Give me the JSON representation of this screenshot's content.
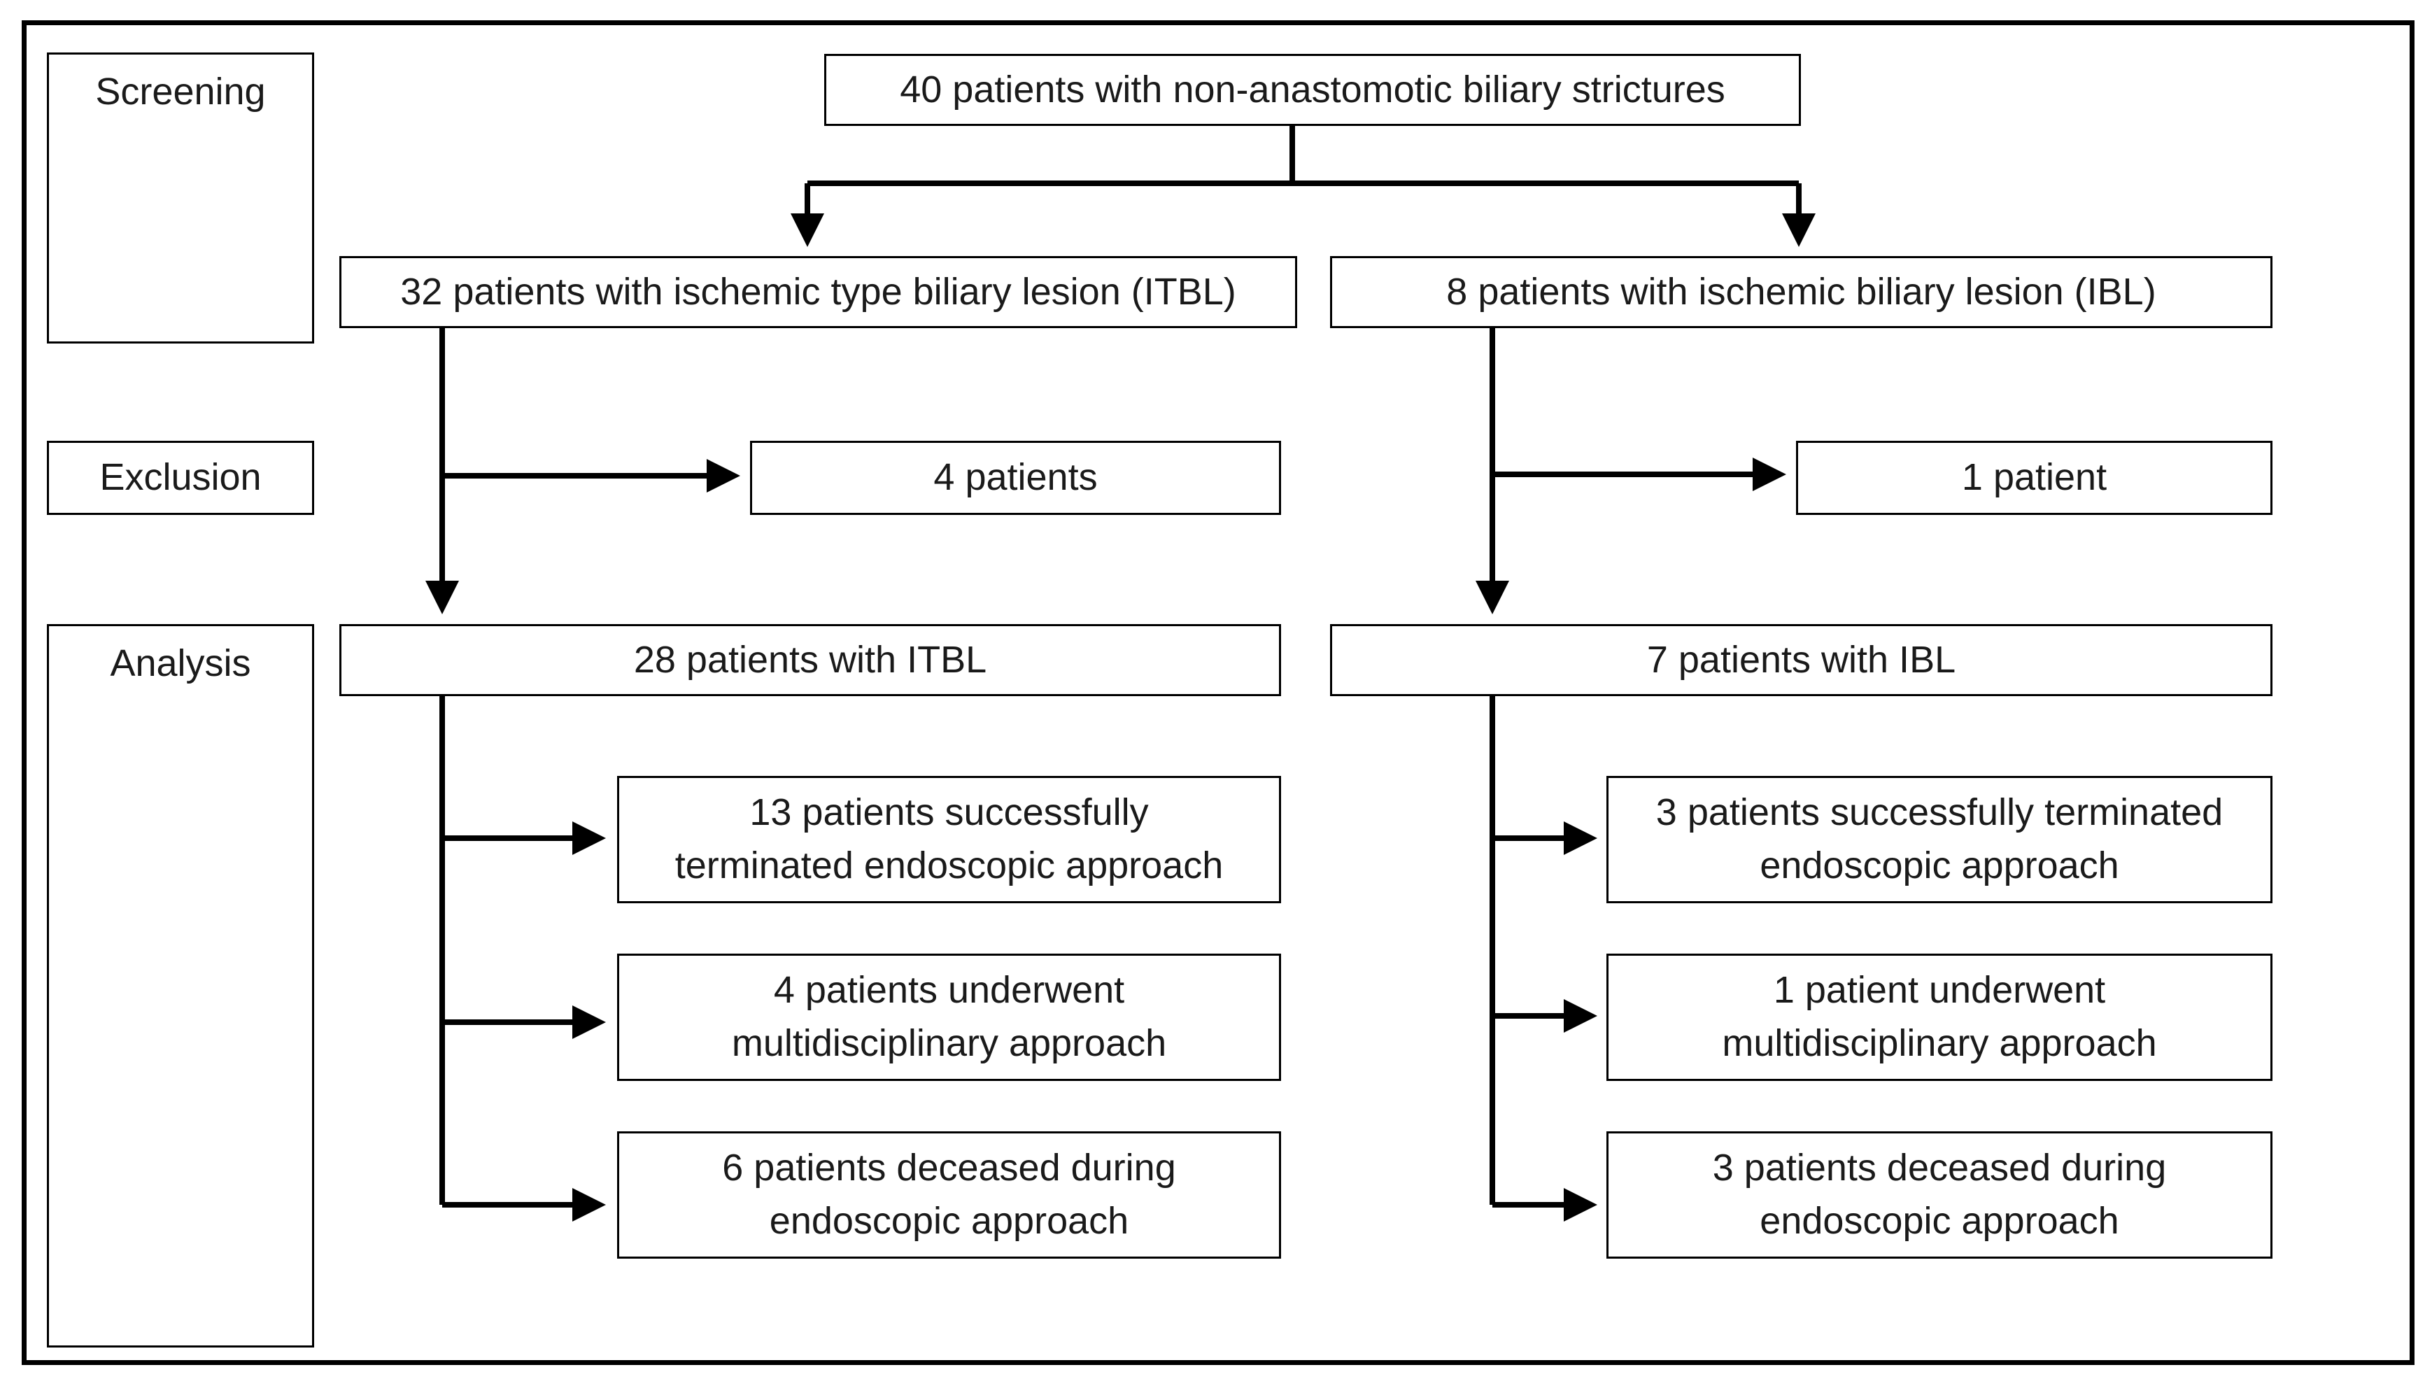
{
  "stages": {
    "screening": "Screening",
    "exclusion": "Exclusion",
    "analysis": "Analysis"
  },
  "root": {
    "text": "40 patients with non-anastomotic biliary strictures"
  },
  "itbl": {
    "group": "32 patients with ischemic type biliary lesion (ITBL)",
    "excluded": "4 patients",
    "analyzed": "28 patients with ITBL",
    "outcomes": [
      {
        "line1": "13 patients successfully",
        "line2": "terminated endoscopic approach"
      },
      {
        "line1": "4 patients underwent",
        "line2": "multidisciplinary approach"
      },
      {
        "line1": "6 patients deceased during",
        "line2": "endoscopic approach"
      }
    ]
  },
  "ibl": {
    "group": "8 patients with ischemic biliary lesion (IBL)",
    "excluded": "1 patient",
    "analyzed": "7 patients with IBL",
    "outcomes": [
      {
        "line1": "3 patients successfully terminated",
        "line2": "endoscopic approach"
      },
      {
        "line1": "1 patient underwent",
        "line2": "multidisciplinary approach"
      },
      {
        "line1": "3 patients deceased during",
        "line2": "endoscopic approach"
      }
    ]
  }
}
